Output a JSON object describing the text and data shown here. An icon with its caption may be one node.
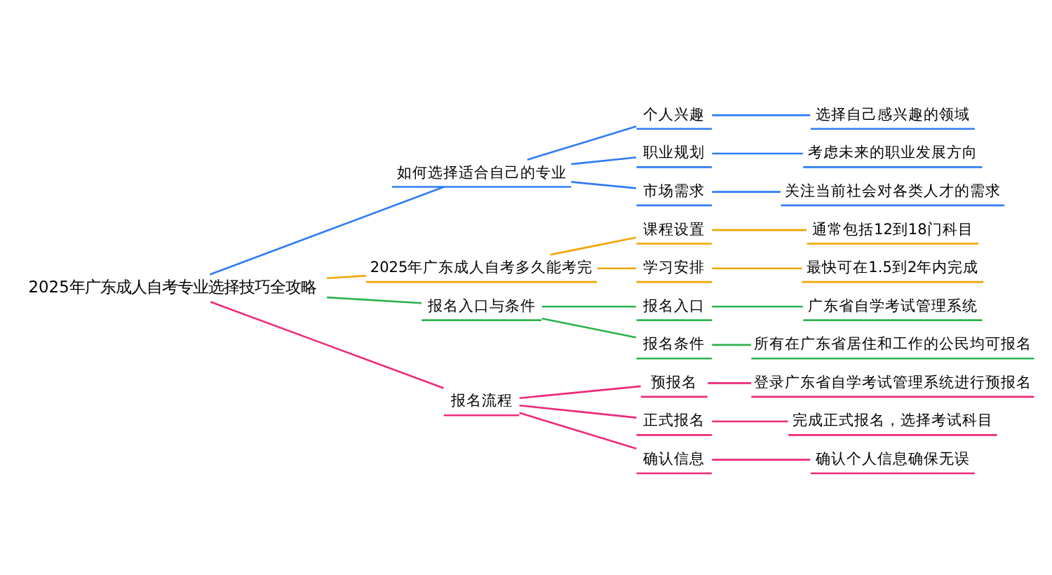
{
  "diagram": {
    "nodes": [
      {
        "text": [
          "2025年广东成人自考专业选择技巧全攻略"
        ]
      },
      {
        "text": [
          "如何选择适合自己的专业"
        ]
      },
      {
        "text": [
          "个人兴趣"
        ]
      },
      {
        "text": [
          "选择自己感兴趣的领域"
        ]
      },
      {
        "text": [
          "职业规划"
        ]
      },
      {
        "text": [
          "考虑未来的职业发展方向"
        ]
      },
      {
        "text": [
          "市场需求"
        ]
      },
      {
        "text": [
          "关注当前社会对各类人才的需求"
        ]
      },
      {
        "text": [
          "2025年广东成人自考多久能考完"
        ]
      },
      {
        "text": [
          "课程设置"
        ]
      },
      {
        "text": [
          "通常包括12到18门科目"
        ]
      },
      {
        "text": [
          "学习安排"
        ]
      },
      {
        "text": [
          "最快可在1.5到2年内完成"
        ]
      },
      {
        "text": [
          "报名入口与条件"
        ]
      },
      {
        "text": [
          "报名入口"
        ]
      },
      {
        "text": [
          "广东省自学考试管理系统"
        ]
      },
      {
        "text": [
          "报名条件"
        ]
      },
      {
        "text": [
          "所有在广东省居住和工作的公民均可报名"
        ]
      },
      {
        "text": [
          "报名流程"
        ]
      },
      {
        "text": [
          "预报名"
        ]
      },
      {
        "text": [
          "登录广东省自学考试管理系统进行预报名"
        ]
      },
      {
        "text": [
          "正式报名"
        ]
      },
      {
        "text": [
          "完成正式报名，选择考试科目"
        ]
      },
      {
        "text": [
          "确认信息"
        ]
      },
      {
        "text": [
          "确认个人信息确保无误"
        ]
      }
    ],
    "edges": [
      {
        "from": 0,
        "to": 1,
        "arrow": "none",
        "color": "#2f7cf6"
      },
      {
        "from": 1,
        "to": 2,
        "arrow": "none",
        "color": "#2f7cf6"
      },
      {
        "from": 2,
        "to": 3,
        "arrow": "none",
        "color": "#2f7cf6"
      },
      {
        "from": 1,
        "to": 4,
        "arrow": "none",
        "color": "#2f7cf6"
      },
      {
        "from": 4,
        "to": 5,
        "arrow": "none",
        "color": "#2f7cf6"
      },
      {
        "from": 1,
        "to": 6,
        "arrow": "none",
        "color": "#2f7cf6"
      },
      {
        "from": 6,
        "to": 7,
        "arrow": "none",
        "color": "#2f7cf6"
      },
      {
        "from": 0,
        "to": 8,
        "arrow": "none",
        "color": "#f0a500"
      },
      {
        "from": 8,
        "to": 9,
        "arrow": "none",
        "color": "#f0a500"
      },
      {
        "from": 9,
        "to": 10,
        "arrow": "none",
        "color": "#f0a500"
      },
      {
        "from": 8,
        "to": 11,
        "arrow": "none",
        "color": "#f0a500"
      },
      {
        "from": 11,
        "to": 12,
        "arrow": "none",
        "color": "#f0a500"
      },
      {
        "from": 0,
        "to": 13,
        "arrow": "none",
        "color": "#2bb24c"
      },
      {
        "from": 13,
        "to": 14,
        "arrow": "none",
        "color": "#2bb24c"
      },
      {
        "from": 14,
        "to": 15,
        "arrow": "none",
        "color": "#2bb24c"
      },
      {
        "from": 13,
        "to": 16,
        "arrow": "none",
        "color": "#2bb24c"
      },
      {
        "from": 16,
        "to": 17,
        "arrow": "none",
        "color": "#2bb24c"
      },
      {
        "from": 0,
        "to": 18,
        "arrow": "none",
        "color": "#ee2a7b"
      },
      {
        "from": 18,
        "to": 19,
        "arrow": "none",
        "color": "#ee2a7b"
      },
      {
        "from": 19,
        "to": 20,
        "arrow": "none",
        "color": "#ee2a7b"
      },
      {
        "from": 18,
        "to": 21,
        "arrow": "none",
        "color": "#ee2a7b"
      },
      {
        "from": 21,
        "to": 22,
        "arrow": "none",
        "color": "#ee2a7b"
      },
      {
        "from": 18,
        "to": 23,
        "arrow": "none",
        "color": "#ee2a7b"
      },
      {
        "from": 23,
        "to": 24,
        "arrow": "none",
        "color": "#ee2a7b"
      }
    ]
  }
}
